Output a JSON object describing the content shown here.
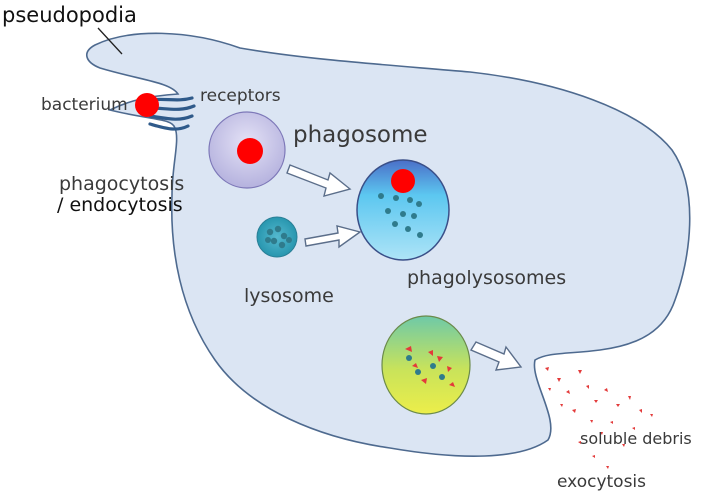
{
  "labels": {
    "pseudopodia": "pseudopodia",
    "bacterium": "bacterium",
    "receptors": "receptors",
    "phagosome": "phagosome",
    "phagocytosis": "phagocytosis",
    "endocytosis": "/ endocytosis",
    "lysosome": "lysosome",
    "phagolysosomes": "phagolysosomes",
    "soluble_debris": "soluble debris",
    "exocytosis": "exocytosis"
  },
  "colors": {
    "cell_fill": "#dbe5f3",
    "cell_stroke": "#4e6a8f",
    "bacterium": "#ff0000",
    "phagosome_fill": "#c5c3e6",
    "lysosome_fill": "#35a3bb",
    "phagolysosome_fill": "#4fc1e9",
    "vesicle_fill": "#d9e84a",
    "particle": "#3a7f8f",
    "debris": "#e33a3a"
  }
}
